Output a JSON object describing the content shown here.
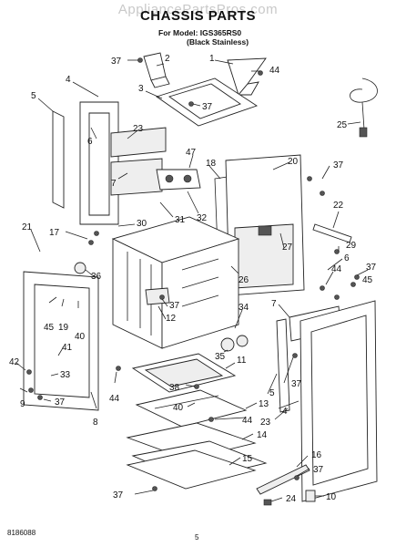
{
  "header": {
    "watermark": "AppliancePartsPros.com",
    "title": "CHASSIS PARTS",
    "model_line": "For Model: IGS365RS0",
    "finish_line": "(Black Stainless)"
  },
  "footer": {
    "part_number": "8186088",
    "page_number": "5"
  },
  "callouts": [
    "37",
    "2",
    "1",
    "44",
    "5",
    "4",
    "3",
    "37",
    "23",
    "6",
    "7",
    "47",
    "18",
    "20",
    "37",
    "25",
    "22",
    "21",
    "17",
    "30",
    "31",
    "32",
    "27",
    "29",
    "6",
    "26",
    "44",
    "37",
    "45",
    "36",
    "37",
    "12",
    "34",
    "7",
    "45",
    "19",
    "40",
    "41",
    "35",
    "11",
    "42",
    "33",
    "9",
    "37",
    "8",
    "44",
    "38",
    "40",
    "5",
    "13",
    "44",
    "37",
    "23",
    "4",
    "14",
    "16",
    "37",
    "15",
    "24",
    "10",
    "37"
  ]
}
